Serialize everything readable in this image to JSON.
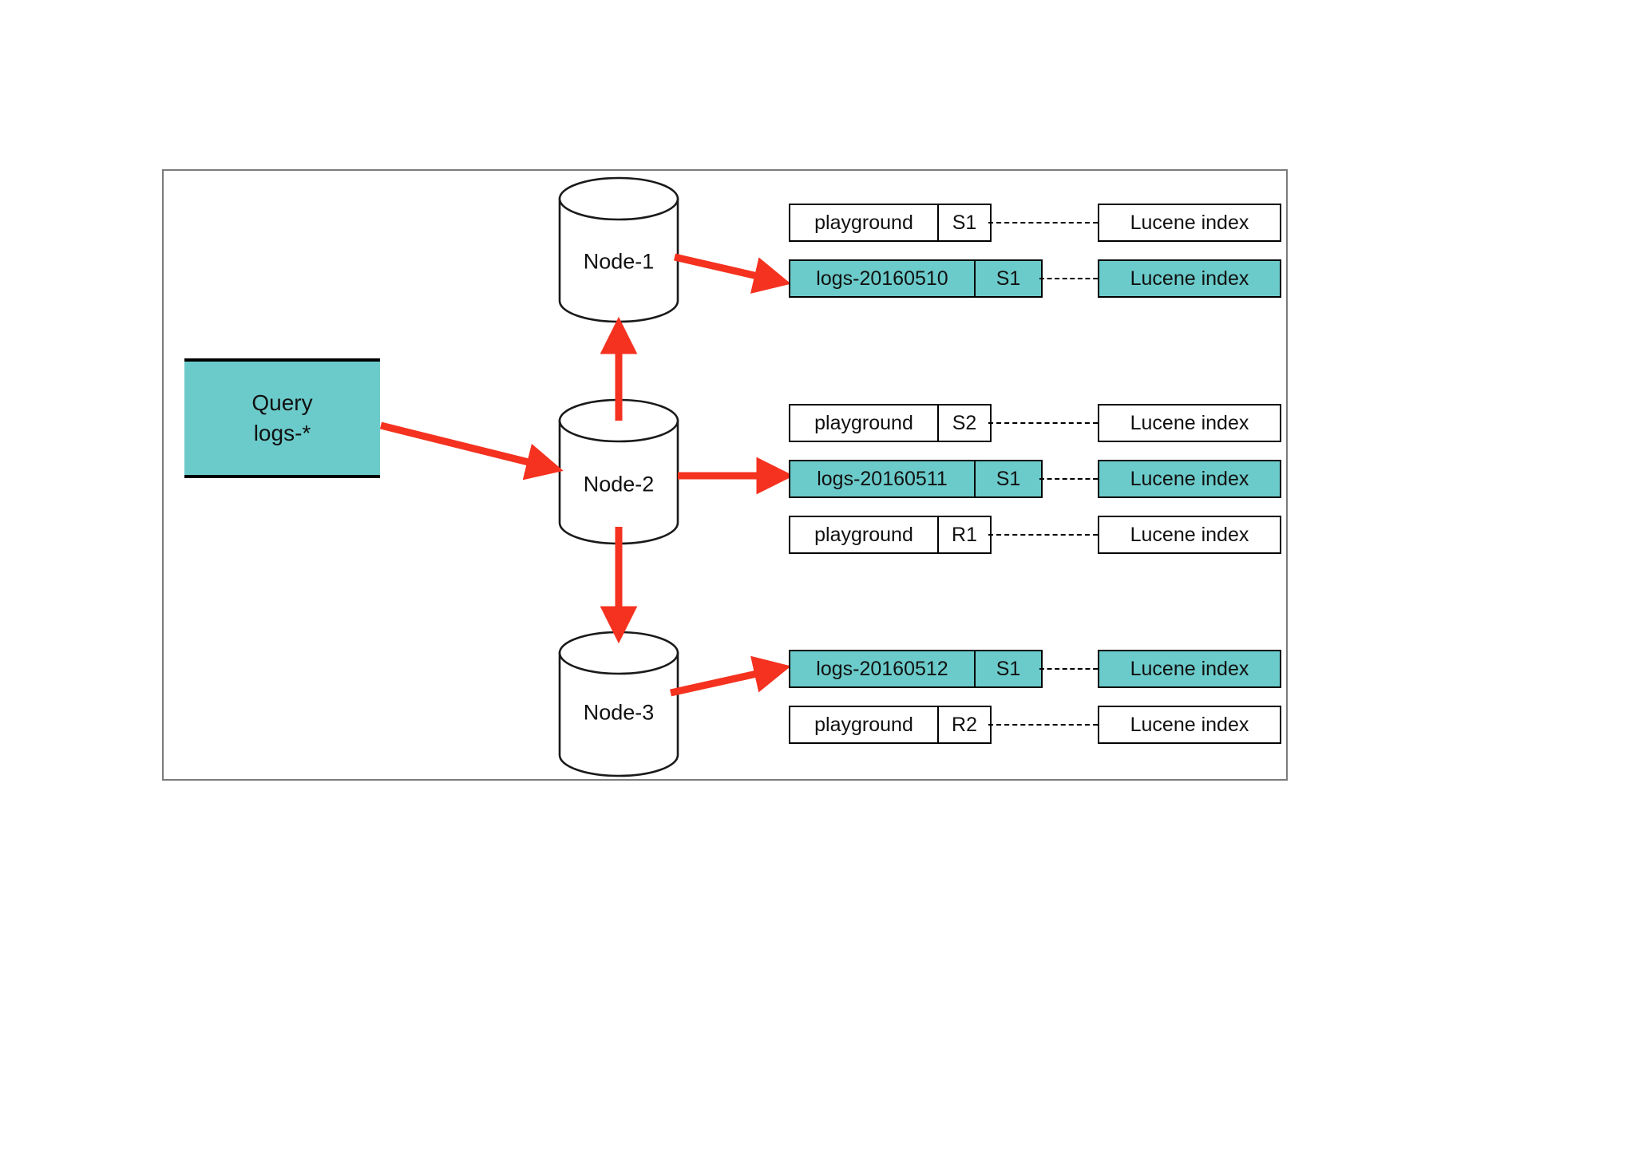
{
  "diagram": {
    "title_present": false,
    "colors": {
      "highlight": "#6bcbca",
      "arrow": "#f5311f",
      "frame": "#7b7b7b",
      "stroke": "#000000",
      "background": "#ffffff"
    },
    "query": {
      "line1": "Query",
      "line2": "logs-*"
    },
    "nodes": [
      {
        "label": "Node-1"
      },
      {
        "label": "Node-2"
      },
      {
        "label": "Node-3"
      }
    ],
    "lucene_label": "Lucene index",
    "groups": [
      {
        "node": "Node-1",
        "rows": [
          {
            "index": "playground",
            "shard": "S1",
            "highlight": false,
            "wide": false
          },
          {
            "index": "logs-20160510",
            "shard": "S1",
            "highlight": true,
            "wide": true
          }
        ]
      },
      {
        "node": "Node-2",
        "rows": [
          {
            "index": "playground",
            "shard": "S2",
            "highlight": false,
            "wide": false
          },
          {
            "index": "logs-20160511",
            "shard": "S1",
            "highlight": true,
            "wide": true
          },
          {
            "index": "playground",
            "shard": "R1",
            "highlight": false,
            "wide": false
          }
        ]
      },
      {
        "node": "Node-3",
        "rows": [
          {
            "index": "logs-20160512",
            "shard": "S1",
            "highlight": true,
            "wide": true
          },
          {
            "index": "playground",
            "shard": "R2",
            "highlight": false,
            "wide": false
          }
        ]
      }
    ]
  }
}
